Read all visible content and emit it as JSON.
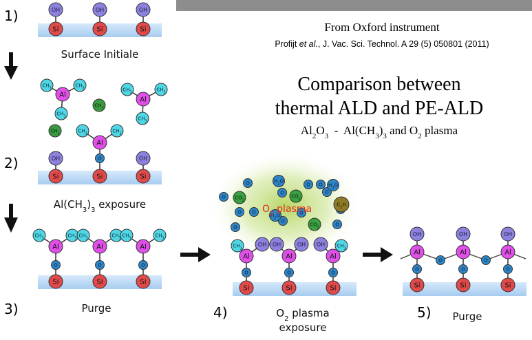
{
  "header": {
    "source_line": "From Oxford instrument",
    "ref_author": "Profijt ",
    "ref_etal": "et al.",
    "ref_rest": ", J. Vac. Sci. Technol. A 29 (5) 050801 (2011)"
  },
  "title": {
    "line1": "Comparison between",
    "line2": "thermal ALD and PE-ALD",
    "sub_al": "Al",
    "sub_2": "2",
    "sub_o": "O",
    "sub_3": "3",
    "sub_mid": "  -  Al(CH",
    "sub_3b": "3",
    "sub_paren": ")",
    "sub_3c": "3",
    "sub_end": " and O",
    "sub_2b": "2",
    "sub_plasma": " plasma"
  },
  "steps": {
    "s1": "1)",
    "s2": "2)",
    "s3": "3)",
    "s4": "4)",
    "s5": "5)"
  },
  "captions": {
    "surface": "Surface Initiale",
    "exposure_a": "Al(CH",
    "exposure_3a": "3",
    "exposure_b": ")",
    "exposure_3b": "3",
    "exposure_c": " exposure",
    "purge": "Purge",
    "o2_a": "O",
    "o2_2": "2",
    "o2_b": " plasma",
    "o2_c": "exposure",
    "purge2": "Purge"
  },
  "plasma_label": {
    "o": "O",
    "two": "2",
    "rest": " plasma"
  },
  "labels": {
    "oh": "OH",
    "si": "Si",
    "al": "Al",
    "o": "O",
    "ch3": "CH",
    "three": "3",
    "co2": "CO",
    "h2o": "H",
    "c2h4": "C",
    "c2h4b": "H"
  },
  "colors": {
    "surface": "#bcd9f4",
    "oh": "#8c82de",
    "si": "#e14a4a",
    "al": "#e04fe8",
    "o": "#2e86c8",
    "ch3": "#4fd7e6",
    "ch3_dark": "#3a9a40",
    "co2": "#3aa040",
    "c2h4": "#8c7a26",
    "plasma": "#9cc83a",
    "plasma_text": "#e8261a",
    "arrow": "#111111"
  }
}
